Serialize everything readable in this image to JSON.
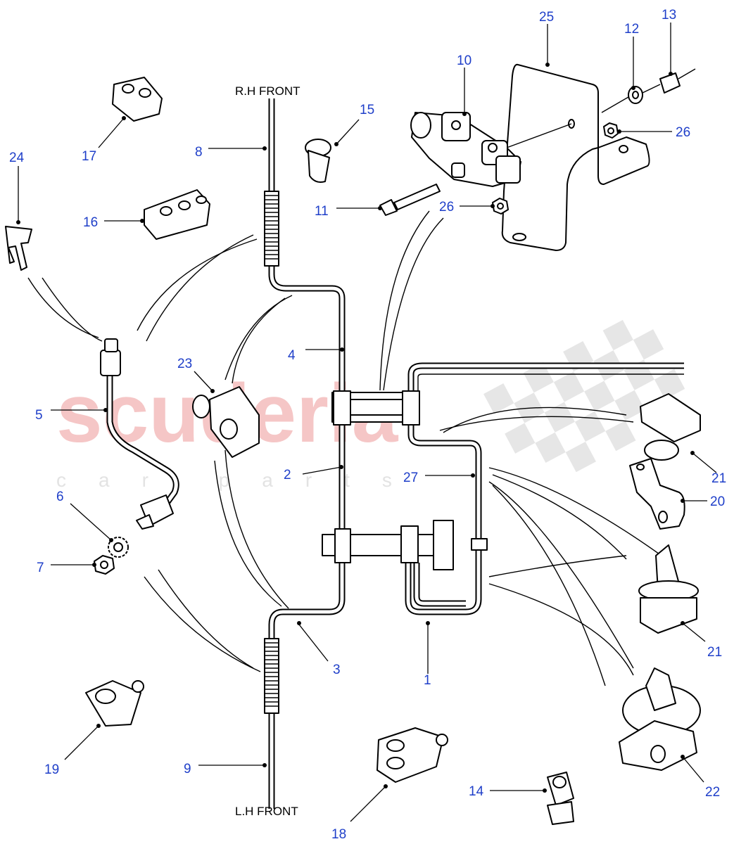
{
  "watermark": {
    "brand": "scuderia",
    "sub": "car parts"
  },
  "pipe_labels": {
    "rh_front": "R.H FRONT",
    "lh_front": "L.H FRONT"
  },
  "callouts": {
    "c1": "1",
    "c2": "2",
    "c3": "3",
    "c4": "4",
    "c5": "5",
    "c6": "6",
    "c7": "7",
    "c8": "8",
    "c9": "9",
    "c10": "10",
    "c11": "11",
    "c12": "12",
    "c13": "13",
    "c14": "14",
    "c15": "15",
    "c16": "16",
    "c17": "17",
    "c18": "18",
    "c19": "19",
    "c20": "20",
    "c21a": "21",
    "c21b": "21",
    "c22": "22",
    "c23": "23",
    "c24": "24",
    "c25": "25",
    "c26a": "26",
    "c26b": "26",
    "c27": "27"
  }
}
